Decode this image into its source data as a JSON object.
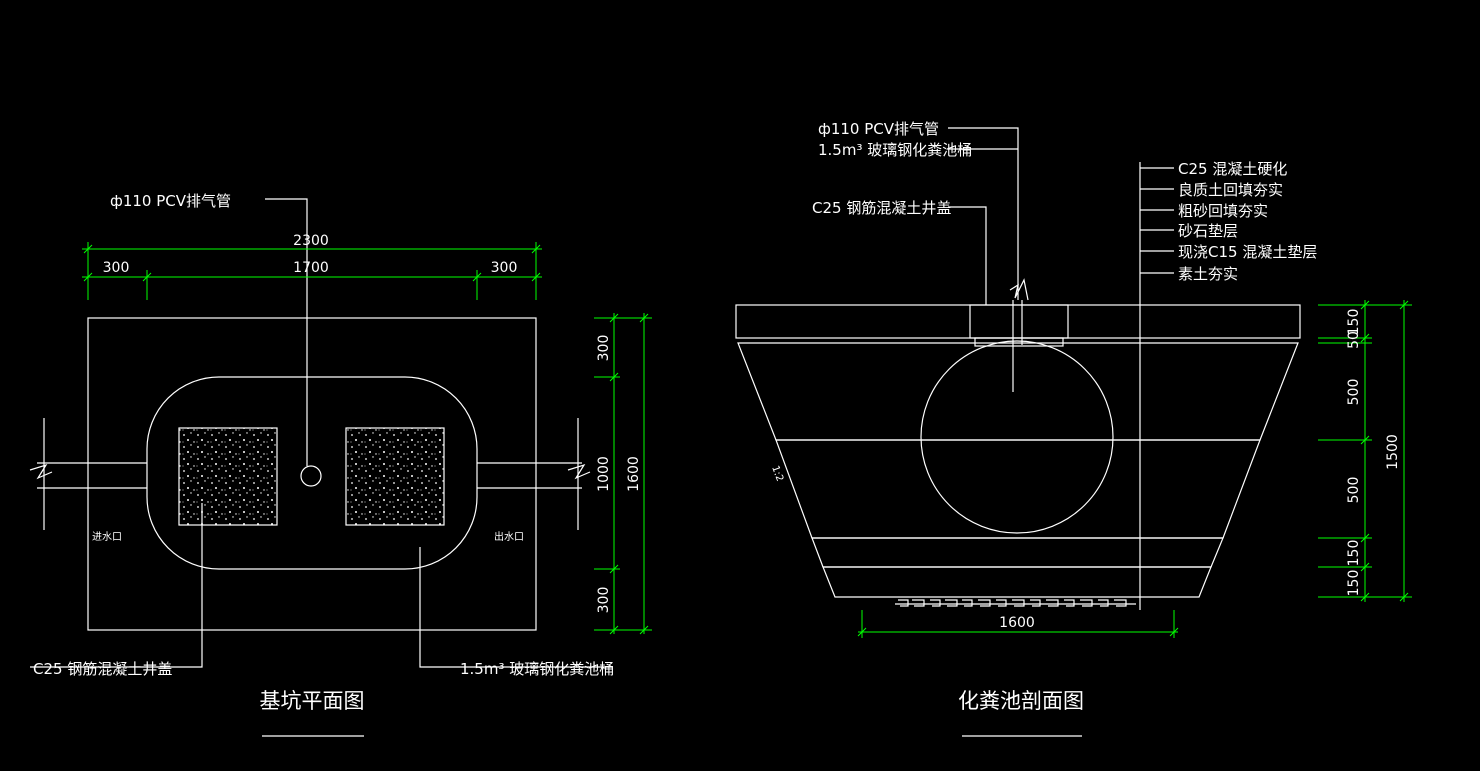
{
  "plan": {
    "title": "基坑平面图",
    "pipe_label": "ф110 PCV排气管",
    "cover_label": "C25 钢筋混凝土井盖",
    "tank_label": "1.5m³ 玻璃钢化粪池桶",
    "inlet_label": "进水口",
    "outlet_label": "出水口",
    "dims": {
      "total_width": "2300",
      "left": "300",
      "middle": "1700",
      "right": "300",
      "side_top": "300",
      "side_mid": "1000",
      "side_bottom": "300",
      "side_total": "1600"
    }
  },
  "section": {
    "title": "化粪池剖面图",
    "pipe_label": "ф110 PCV排气管",
    "tank_label": "1.5m³ 玻璃钢化粪池桶",
    "cover_label": "C25 钢筋混凝土井盖",
    "layers": [
      "C25 混凝土硬化",
      "良质土回填夯实",
      "粗砂回填夯实",
      "砂石垫层",
      "现浇C15 混凝土垫层",
      "素土夯实"
    ],
    "slope": "1:2",
    "dims": {
      "bottom_width": "1600",
      "d150_top": "150",
      "d50": "50",
      "d500_a": "500",
      "d500_b": "500",
      "d150_a": "150",
      "d150_b": "150",
      "total": "1500"
    }
  },
  "colors": {
    "background": "#000000",
    "lines": "#ffffff",
    "dimensions": "#00ff00"
  }
}
